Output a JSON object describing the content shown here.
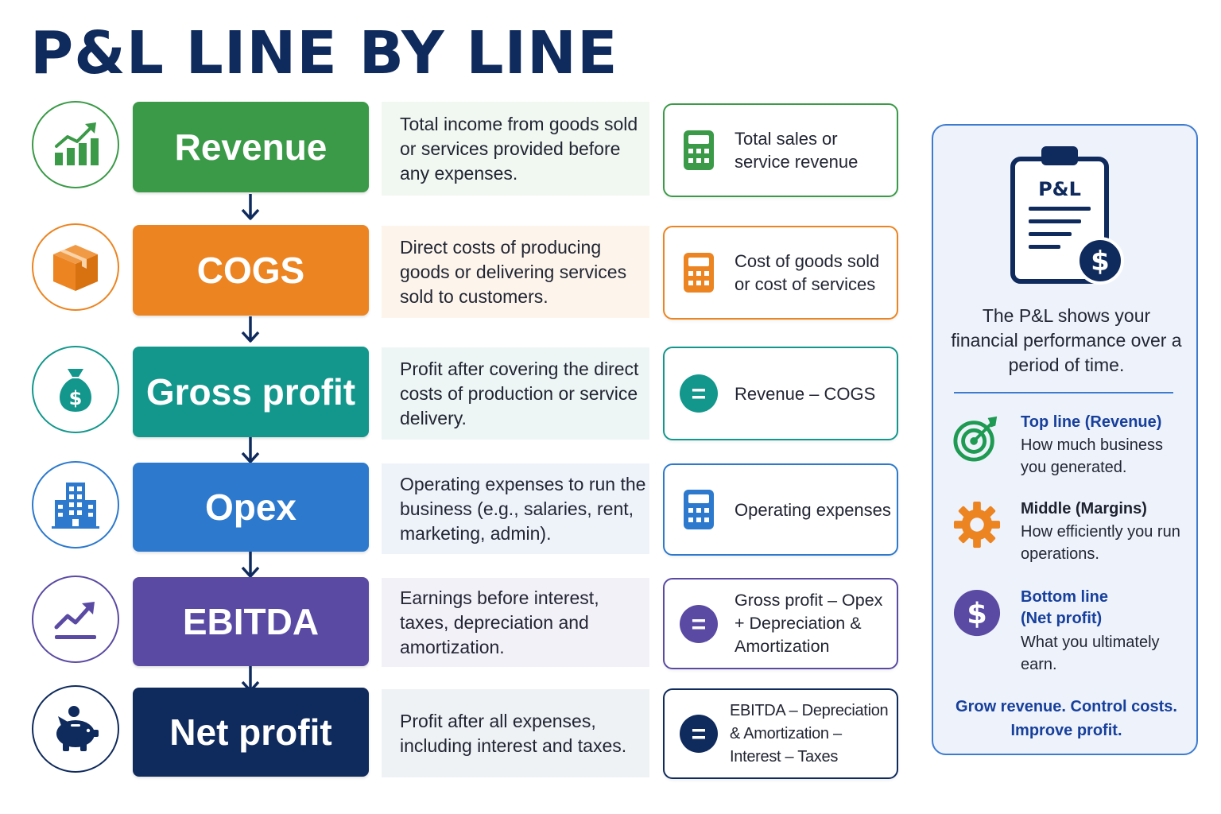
{
  "title": "P&L LINE BY LINE",
  "rows": [
    {
      "label": "Revenue",
      "description": "Total income from goods sold or services provided before any expenses.",
      "formula": "Total sales or service revenue",
      "icon": "growth-chart-icon",
      "formula_icon": "calculator-icon",
      "color": "#3a9a47",
      "fill_color": "#f1f7f1"
    },
    {
      "label": "COGS",
      "description": "Direct costs of producing goods or delivering services sold to customers.",
      "formula": "Cost of goods sold or cost of services",
      "icon": "box-icon",
      "formula_icon": "calculator-icon",
      "color": "#ec8421",
      "fill_color": "#fdf5ec"
    },
    {
      "label": "Gross profit",
      "description": "Profit after covering the direct costs of production or service delivery.",
      "formula": "Revenue – COGS",
      "icon": "money-bag-icon",
      "formula_icon": "equals-icon",
      "color": "#13978c",
      "fill_color": "#eef6f5"
    },
    {
      "label": "Opex",
      "description": "Operating expenses to run the business (e.g., salaries, rent, marketing, admin).",
      "formula": "Operating expenses",
      "icon": "office-building-icon",
      "formula_icon": "calculator-icon",
      "color": "#2c79cd",
      "fill_color": "#eef3fa"
    },
    {
      "label": "EBITDA",
      "description": "Earnings before interest, taxes, depreciation and amortization.",
      "formula": "Gross profit – Opex + Depreciation & Amortization",
      "icon": "trend-line-icon",
      "formula_icon": "equals-icon",
      "color": "#5b4aa3",
      "fill_color": "#f3f1f8"
    },
    {
      "label": "Net profit",
      "description": "Profit after all expenses, including interest and taxes.",
      "formula": "EBITDA – Depreciation & Amortization – Interest – Taxes",
      "icon": "piggy-bank-icon",
      "formula_icon": "equals-icon",
      "color": "#0f2a5c",
      "fill_color": "#eff2f5"
    }
  ],
  "panel": {
    "clipboard_label": "P&L",
    "summary": "The P&L shows your financial performance over a period of time.",
    "items": [
      {
        "heading": "Top line (Revenue)",
        "body": "How much business you generated.",
        "icon": "target-icon",
        "color": "#1f9a52",
        "heading_color": "#173f9c"
      },
      {
        "heading": "Middle (Margins)",
        "body": "How efficiently you run operations.",
        "icon": "gear-icon",
        "color": "#ec8421",
        "heading_color": "#1e2230"
      },
      {
        "heading": "Bottom line (Net profit)",
        "body": "What you ultimately earn.",
        "icon": "dollar-icon",
        "color": "#5b4aa3",
        "heading_color": "#173f9c"
      }
    ],
    "tagline_1": "Grow revenue. Control costs.",
    "tagline_2": "Improve profit."
  }
}
